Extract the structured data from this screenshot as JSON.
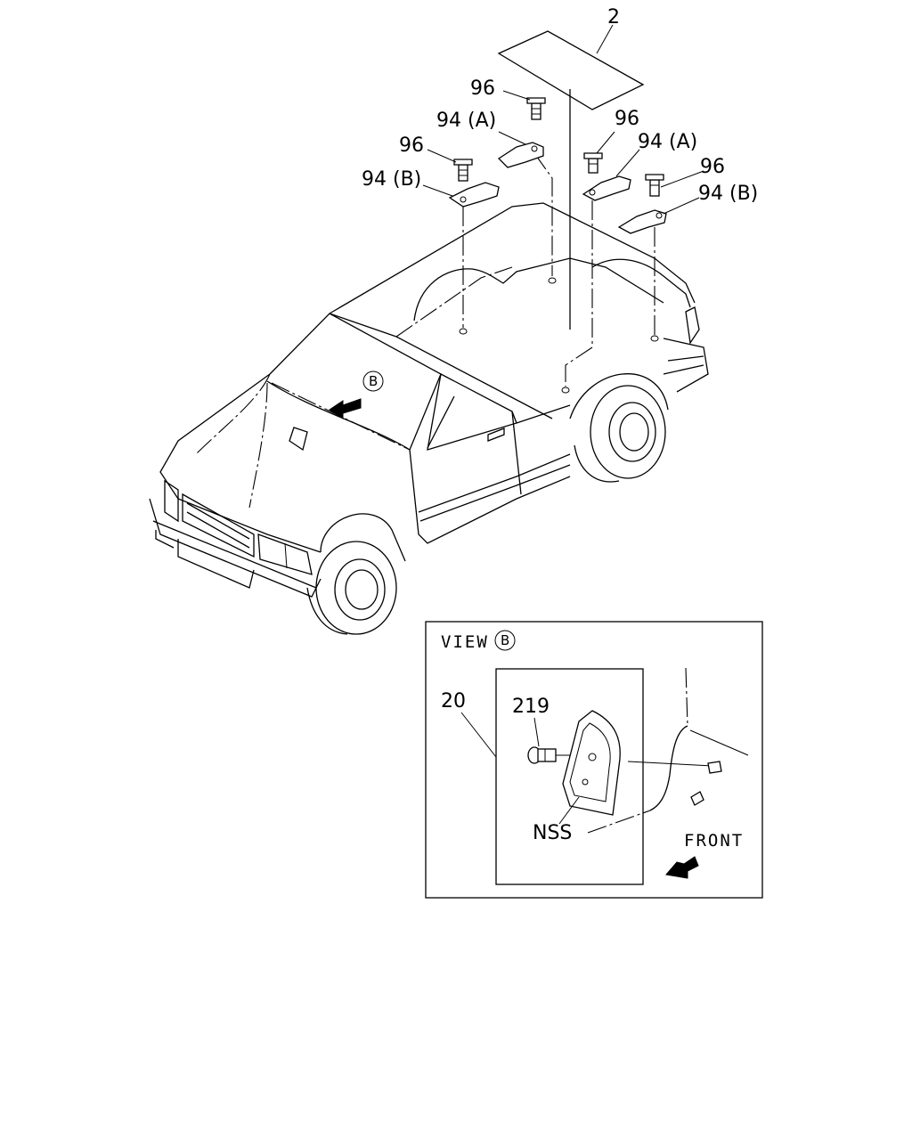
{
  "callouts": {
    "pad_2": "2",
    "bolt_96_top": "96",
    "bracket_94a_left": "94 (A)",
    "bolt_96_left": "96",
    "bracket_94b_left": "94 (B)",
    "bolt_96_mid": "96",
    "bracket_94a_right": "94 (A)",
    "bolt_96_right": "96",
    "bracket_94b_right": "94 (B)"
  },
  "view_marker": {
    "letter": "B"
  },
  "inset": {
    "title": "VIEW",
    "title_letter": "B",
    "part_20": "20",
    "part_219": "219",
    "part_nss": "NSS",
    "front_label": "FRONT"
  }
}
